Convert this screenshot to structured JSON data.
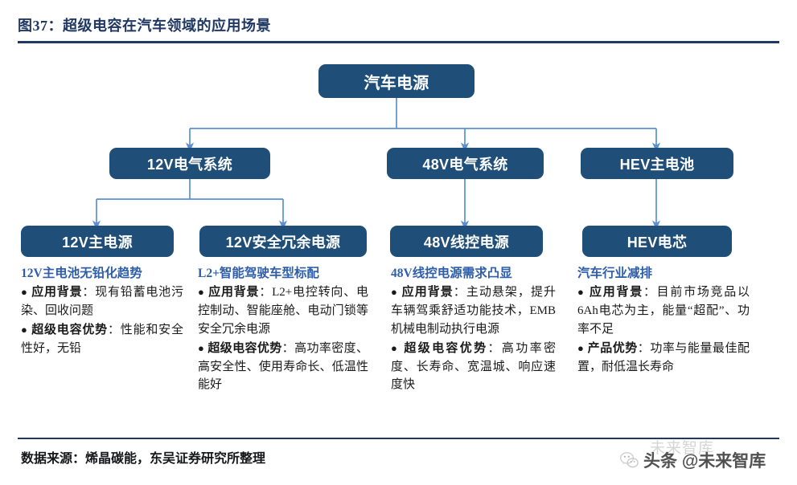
{
  "figure": {
    "title": "图37：超级电容在汽车领域的应用场景",
    "source": "数据来源：烯晶碳能，东吴证券研究所整理"
  },
  "colors": {
    "node_fill": "#1f4e79",
    "node_text": "#ffffff",
    "connector": "#5b8fd4",
    "title_text": "#1f3864",
    "rule": "#1f3864",
    "column_heading": "#2e5ea8",
    "column_body": "#1a1a1a"
  },
  "flow": {
    "level1": [
      {
        "id": "root",
        "label": "汽车电源"
      }
    ],
    "level2": [
      {
        "id": "sys12v",
        "label": "12V电气系统"
      },
      {
        "id": "sys48v",
        "label": "48V电气系统"
      },
      {
        "id": "hevmain",
        "label": "HEV主电池"
      }
    ],
    "level3": [
      {
        "id": "main12v",
        "label": "12V主电源"
      },
      {
        "id": "redundant12v",
        "label": "12V安全冗余电源"
      },
      {
        "id": "wire48v",
        "label": "48V线控电源"
      },
      {
        "id": "hevcell",
        "label": "HEV电芯"
      }
    ]
  },
  "columns": [
    {
      "id": "col-12v-main",
      "heading": "12V主电池无铅化趋势",
      "bullets": [
        {
          "lead": "应用背景",
          "text": "现有铅蓄电池污染、回收问题"
        },
        {
          "lead": "超级电容优势",
          "text": "性能和安全性好，无铅"
        }
      ]
    },
    {
      "id": "col-12v-redundant",
      "heading": "L2+智能驾驶车型标配",
      "bullets": [
        {
          "lead": "应用背景",
          "text": "L2+电控转向、电控制动、智能座舱、电动门锁等安全冗余电源"
        },
        {
          "lead": "超级电容优势",
          "text": "高功率密度、高安全性、使用寿命长、低温性能好"
        }
      ]
    },
    {
      "id": "col-48v-wire",
      "heading": "48V线控电源需求凸显",
      "bullets": [
        {
          "lead": "应用背景",
          "text": "主动悬架，提升车辆驾乘舒适功能技术，EMB机械电制动执行电源"
        },
        {
          "lead": "超级电容优势",
          "text": "高功率密度、长寿命、宽温城、响应速度快"
        }
      ]
    },
    {
      "id": "col-hev-cell",
      "heading": "汽车行业减排",
      "bullets": [
        {
          "lead": "应用背景",
          "text": "目前市场竞品以6Ah电芯为主，能量“超配”、功率不足"
        },
        {
          "lead": "产品优势",
          "text": "功率与能量最佳配置，耐低温长寿命"
        }
      ]
    }
  ],
  "watermark": {
    "text": "头条 @未来智库",
    "ghost_text": "未来智库",
    "icon": "wechat-icon"
  }
}
